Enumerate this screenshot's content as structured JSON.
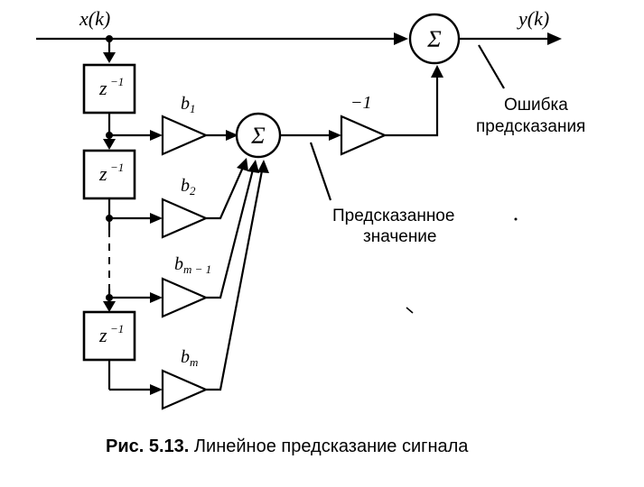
{
  "diagram": {
    "input_label": "x(k)",
    "output_label": "y(k)",
    "delay_label": "z",
    "delay_exponent": "−1",
    "sum_symbol": "Σ",
    "gain_labels": {
      "b1_base": "b",
      "b1_sub": "1",
      "b2_base": "b",
      "b2_sub": "2",
      "bm1_base": "b",
      "bm1_sub": "m − 1",
      "bm_base": "b",
      "bm_sub": "m"
    },
    "negate_label": "−1",
    "error_label_line1": "Ошибка",
    "error_label_line2": "предсказания",
    "predicted_label_line1": "Предсказанное",
    "predicted_label_line2": "значение"
  },
  "caption": {
    "prefix": "Рис. 5.13.",
    "text": " Линейное предсказание сигнала"
  }
}
